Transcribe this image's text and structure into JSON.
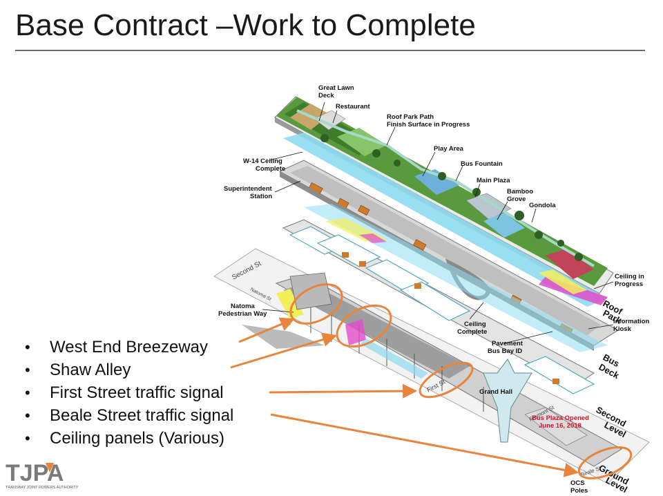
{
  "slide": {
    "title": "Base Contract –Work to Complete"
  },
  "bullets": [
    "West End Breezeway",
    "Shaw Alley",
    "First Street traffic signal",
    "Beale Street traffic signal",
    "Ceiling panels (Various)"
  ],
  "diagram": {
    "callouts": {
      "great_lawn": [
        "Great Lawn",
        "Deck"
      ],
      "restaurant": "Restaurant",
      "roof_park_path": [
        "Roof Park Path",
        "Finish Surface in Progress"
      ],
      "play_area": "Play Area",
      "bus_fountain": "Bus Fountain",
      "main_plaza": "Main Plaza",
      "bamboo_grove": [
        "Bamboo",
        "Grove"
      ],
      "gondola": "Gondola",
      "w14_ceiling": [
        "W-14 Ceiling",
        "Complete"
      ],
      "superintendent": [
        "Superintendent",
        "Station"
      ],
      "ceiling_in_progress": [
        "Ceiling in",
        "Progress"
      ],
      "information_kiosk": [
        "Information",
        "Kiosk"
      ],
      "ceiling_complete": [
        "Ceiling",
        "Complete"
      ],
      "pavement": [
        "Pavement",
        "Bus Bay ID"
      ],
      "natoma": [
        "Natoma",
        "Pedestrian Way"
      ],
      "grand_hall": "Grand Hall",
      "bus_plaza_opened": [
        "Bus Plaza Opened",
        "June 16, 2018"
      ],
      "ocs_poles": [
        "OCS",
        "Poles"
      ]
    },
    "streets": {
      "second_st": "Second St",
      "natoma_st": "Natoma St",
      "first_st": "First St",
      "fremont_st": "Fremont St",
      "beale_st": "Beale St"
    },
    "levels": {
      "roof_park": [
        "Roof",
        "Park"
      ],
      "bus_deck": [
        "Bus",
        "Deck"
      ],
      "second_level": [
        "Second",
        "Level"
      ],
      "ground_level": [
        "Ground",
        "Level"
      ]
    },
    "colors": {
      "roof_green": "#5a9a3e",
      "ceiling_cyan": "#8fdcf0",
      "highlight_orange": "#e8843c",
      "accent_yellow": "#f3ef5a",
      "accent_magenta": "#e24bc8",
      "alert_red": "#e0102a"
    }
  },
  "logo": {
    "name": "TJPA",
    "tagline": "TRANSBAY JOINT POWERS AUTHORITY"
  }
}
